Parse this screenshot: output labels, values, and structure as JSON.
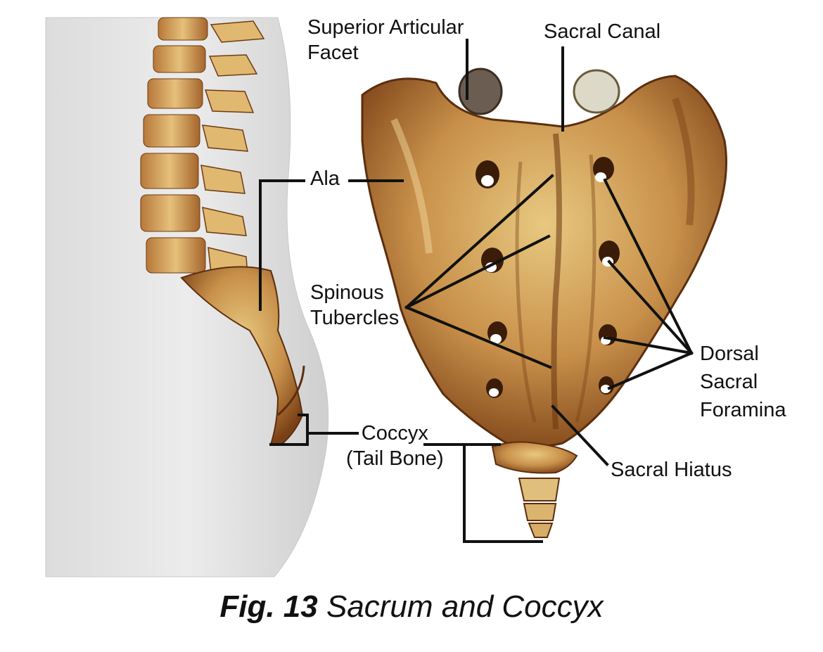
{
  "labels": {
    "superior_articular_facet": [
      "Superior Articular",
      "Facet"
    ],
    "sacral_canal": "Sacral Canal",
    "ala": "Ala",
    "spinous_tubercles": [
      "Spinous",
      "Tubercles"
    ],
    "dorsal_sacral_foramina": [
      "Dorsal",
      "Sacral",
      "Foramina"
    ],
    "coccyx": [
      "Coccyx",
      "(Tail Bone)"
    ],
    "sacral_hiatus": "Sacral Hiatus"
  },
  "caption": {
    "prefix": "Fig. 13",
    "title": "Sacrum and Coccyx"
  },
  "colors": {
    "bone_light": "#e3c178",
    "bone_mid": "#c8904a",
    "bone_dark": "#8a4e1e",
    "bone_shadow": "#5c2e0e",
    "body_silhouette": "#e6e6e6",
    "leader_line": "#111111"
  }
}
